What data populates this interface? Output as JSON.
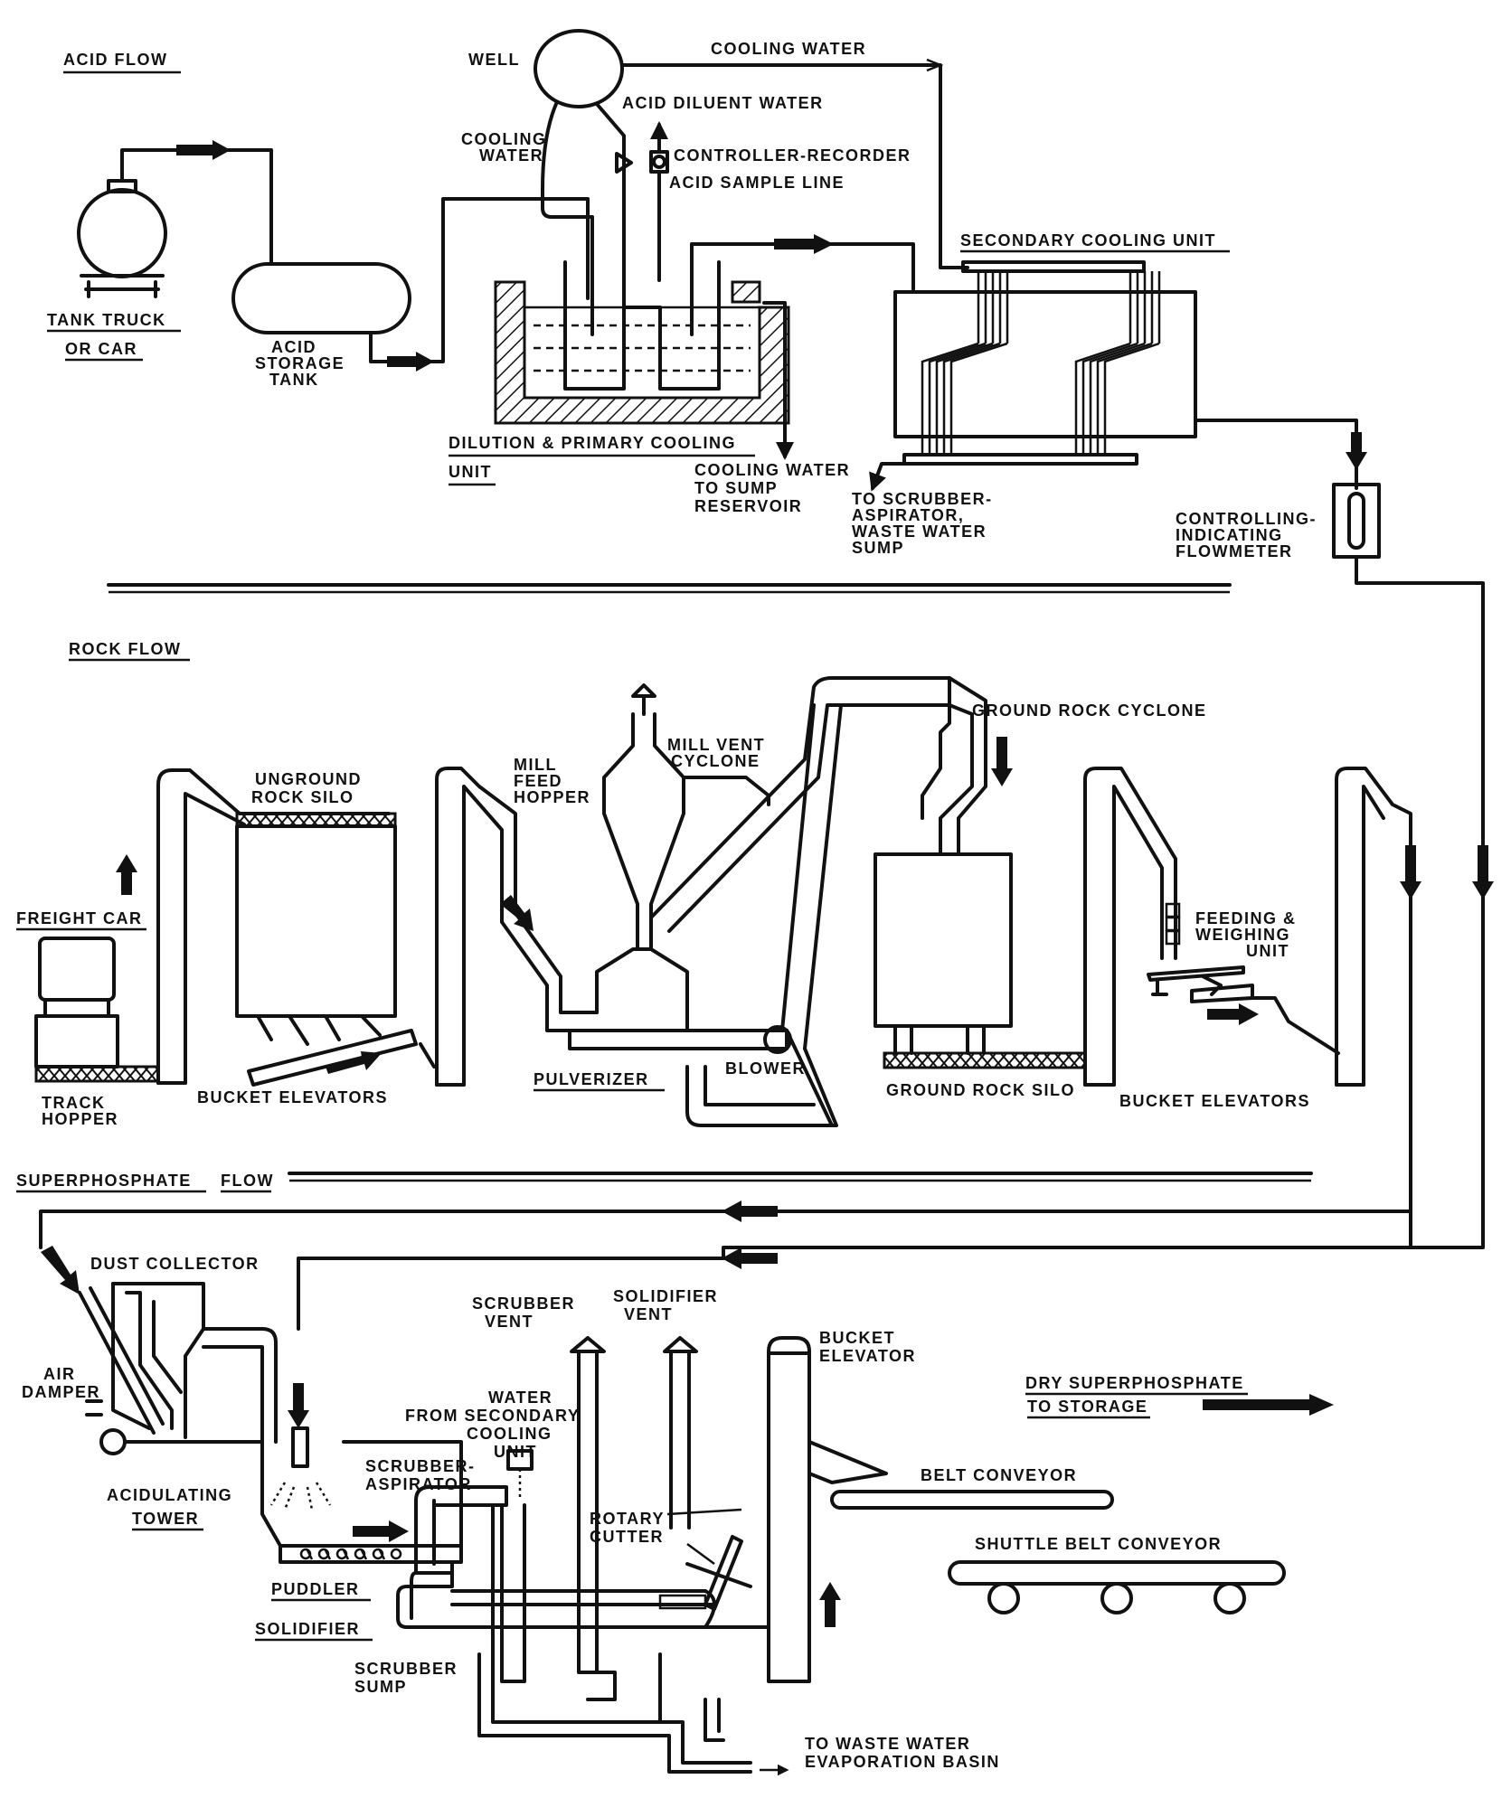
{
  "sections": {
    "acid": "ACID FLOW",
    "rock": "ROCK FLOW",
    "superphosphate_a": "SUPERPHOSPHATE",
    "superphosphate_b": "FLOW"
  },
  "acid_labels": {
    "well": "WELL",
    "cooling_water_top": "COOLING WATER",
    "acid_diluent_water": "ACID DILUENT WATER",
    "cooling_water_1": "COOLING",
    "cooling_water_2": "WATER",
    "controller_recorder": "CONTROLLER-RECORDER",
    "acid_sample_line": "ACID SAMPLE LINE",
    "secondary_cooling_unit": "SECONDARY COOLING UNIT",
    "tank_truck": "TANK TRUCK",
    "or_car": "OR CAR",
    "acid_storage_1": "ACID",
    "acid_storage_2": "STORAGE",
    "acid_storage_3": "TANK",
    "dilution_1": "DILUTION & PRIMARY COOLING",
    "dilution_2": "UNIT",
    "cw_sump_1": "COOLING WATER",
    "cw_sump_2": "TO SUMP",
    "cw_sump_3": "RESERVOIR",
    "scrubber_1": "TO SCRUBBER-",
    "scrubber_2": "ASPIRATOR,",
    "scrubber_3": "WASTE WATER",
    "scrubber_4": "SUMP",
    "flowmeter_1": "CONTROLLING-",
    "flowmeter_2": "INDICATING",
    "flowmeter_3": "FLOWMETER"
  },
  "rock_labels": {
    "ground_rock_cyclone": "GROUND ROCK CYCLONE",
    "mill_vent_1": "MILL VENT",
    "mill_vent_2": "CYCLONE",
    "mill_feed_1": "MILL",
    "mill_feed_2": "FEED",
    "mill_feed_3": "HOPPER",
    "unground_1": "UNGROUND",
    "unground_2": "ROCK SILO",
    "freight_car": "FREIGHT CAR",
    "feeding_1": "FEEDING &",
    "feeding_2": "WEIGHING",
    "feeding_3": "UNIT",
    "track_1": "TRACK",
    "track_2": "HOPPER",
    "bucket_elevators_left": "BUCKET   ELEVATORS",
    "pulverizer": "PULVERIZER",
    "blower": "BLOWER",
    "ground_rock_silo": "GROUND ROCK SILO",
    "bucket_elevators_right": "BUCKET ELEVATORS"
  },
  "super_labels": {
    "dust_collector": "DUST COLLECTOR",
    "scrubber_vent_1": "SCRUBBER",
    "scrubber_vent_2": "VENT",
    "solidifier_vent_1": "SOLIDIFIER",
    "solidifier_vent_2": "VENT",
    "bucket_elev_1": "BUCKET",
    "bucket_elev_2": "ELEVATOR",
    "air_1": "AIR",
    "air_2": "DAMPER",
    "water_1": "WATER",
    "water_2": "FROM SECONDARY",
    "water_3": "COOLING",
    "water_4": "UNIT",
    "dry_1": "DRY SUPERPHOSPHATE",
    "dry_2": "TO STORAGE",
    "scrubber_asp_1": "SCRUBBER-",
    "scrubber_asp_2": "ASPIRATOR",
    "belt_conveyor": "BELT CONVEYOR",
    "acid_tower_1": "ACIDULATING",
    "acid_tower_2": "TOWER",
    "rotary_1": "ROTARY",
    "rotary_2": "CUTTER",
    "shuttle": "SHUTTLE BELT CONVEYOR",
    "puddler": "PUDDLER",
    "solidifier": "SOLIDIFIER",
    "sump_1": "SCRUBBER",
    "sump_2": "SUMP",
    "waste_1": "TO WASTE WATER",
    "waste_2": "EVAPORATION BASIN"
  },
  "colors": {
    "ink": "#111111",
    "paper": "#ffffff"
  }
}
